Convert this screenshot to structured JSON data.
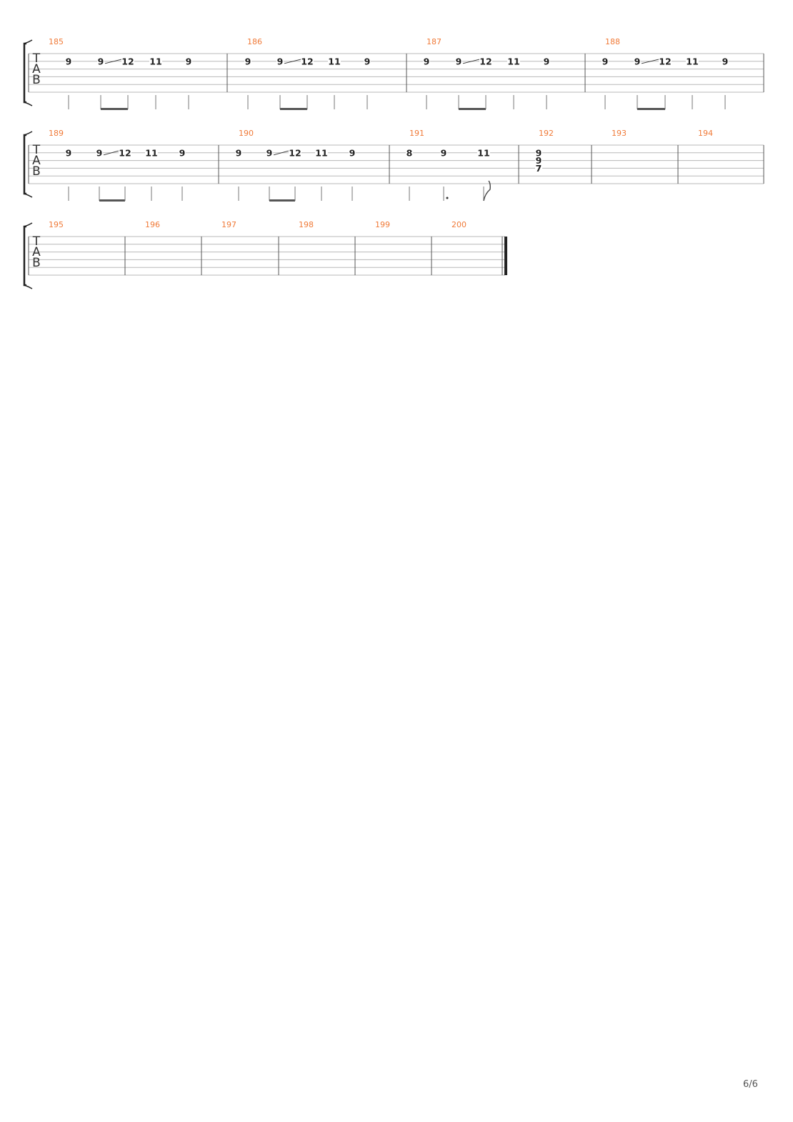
{
  "page": {
    "number": "6/6"
  },
  "colors": {
    "measure_number": "#f07a38",
    "staff_line": "#b8b8b8",
    "barline": "#555555",
    "note": "#222222",
    "stem": "#777777"
  },
  "clef_letters": [
    "T",
    "A",
    "B"
  ],
  "systems": [
    {
      "measures": [
        {
          "number": "185",
          "events": [
            {
              "notes": [
                {
                  "string": 2,
                  "fret": "9"
                }
              ],
              "dur": "quarter"
            },
            {
              "notes": [
                {
                  "string": 2,
                  "fret": "9"
                }
              ],
              "dur": "eighth",
              "slide_to_next": true
            },
            {
              "notes": [
                {
                  "string": 2,
                  "fret": "12"
                }
              ],
              "dur": "eighth"
            },
            {
              "notes": [
                {
                  "string": 2,
                  "fret": "11"
                }
              ],
              "dur": "quarter"
            },
            {
              "notes": [
                {
                  "string": 2,
                  "fret": "9"
                }
              ],
              "dur": "quarter"
            }
          ]
        },
        {
          "number": "186",
          "events": [
            {
              "notes": [
                {
                  "string": 2,
                  "fret": "9"
                }
              ],
              "dur": "quarter"
            },
            {
              "notes": [
                {
                  "string": 2,
                  "fret": "9"
                }
              ],
              "dur": "eighth",
              "slide_to_next": true
            },
            {
              "notes": [
                {
                  "string": 2,
                  "fret": "12"
                }
              ],
              "dur": "eighth"
            },
            {
              "notes": [
                {
                  "string": 2,
                  "fret": "11"
                }
              ],
              "dur": "quarter"
            },
            {
              "notes": [
                {
                  "string": 2,
                  "fret": "9"
                }
              ],
              "dur": "quarter"
            }
          ]
        },
        {
          "number": "187",
          "events": [
            {
              "notes": [
                {
                  "string": 2,
                  "fret": "9"
                }
              ],
              "dur": "quarter"
            },
            {
              "notes": [
                {
                  "string": 2,
                  "fret": "9"
                }
              ],
              "dur": "eighth",
              "slide_to_next": true
            },
            {
              "notes": [
                {
                  "string": 2,
                  "fret": "12"
                }
              ],
              "dur": "eighth"
            },
            {
              "notes": [
                {
                  "string": 2,
                  "fret": "11"
                }
              ],
              "dur": "quarter"
            },
            {
              "notes": [
                {
                  "string": 2,
                  "fret": "9"
                }
              ],
              "dur": "quarter"
            }
          ]
        },
        {
          "number": "188",
          "events": [
            {
              "notes": [
                {
                  "string": 2,
                  "fret": "9"
                }
              ],
              "dur": "quarter"
            },
            {
              "notes": [
                {
                  "string": 2,
                  "fret": "9"
                }
              ],
              "dur": "eighth",
              "slide_to_next": true
            },
            {
              "notes": [
                {
                  "string": 2,
                  "fret": "12"
                }
              ],
              "dur": "eighth"
            },
            {
              "notes": [
                {
                  "string": 2,
                  "fret": "11"
                }
              ],
              "dur": "quarter"
            },
            {
              "notes": [
                {
                  "string": 2,
                  "fret": "9"
                }
              ],
              "dur": "quarter"
            }
          ]
        }
      ]
    },
    {
      "measures": [
        {
          "number": "189",
          "events": [
            {
              "notes": [
                {
                  "string": 2,
                  "fret": "9"
                }
              ],
              "dur": "quarter"
            },
            {
              "notes": [
                {
                  "string": 2,
                  "fret": "9"
                }
              ],
              "dur": "eighth",
              "slide_to_next": true
            },
            {
              "notes": [
                {
                  "string": 2,
                  "fret": "12"
                }
              ],
              "dur": "eighth"
            },
            {
              "notes": [
                {
                  "string": 2,
                  "fret": "11"
                }
              ],
              "dur": "quarter"
            },
            {
              "notes": [
                {
                  "string": 2,
                  "fret": "9"
                }
              ],
              "dur": "quarter"
            }
          ]
        },
        {
          "number": "190",
          "events": [
            {
              "notes": [
                {
                  "string": 2,
                  "fret": "9"
                }
              ],
              "dur": "quarter"
            },
            {
              "notes": [
                {
                  "string": 2,
                  "fret": "9"
                }
              ],
              "dur": "eighth",
              "slide_to_next": true
            },
            {
              "notes": [
                {
                  "string": 2,
                  "fret": "12"
                }
              ],
              "dur": "eighth"
            },
            {
              "notes": [
                {
                  "string": 2,
                  "fret": "11"
                }
              ],
              "dur": "quarter"
            },
            {
              "notes": [
                {
                  "string": 2,
                  "fret": "9"
                }
              ],
              "dur": "quarter"
            }
          ]
        },
        {
          "number": "191",
          "events": [
            {
              "notes": [
                {
                  "string": 2,
                  "fret": "8"
                }
              ],
              "dur": "quarter"
            },
            {
              "notes": [
                {
                  "string": 2,
                  "fret": "9"
                }
              ],
              "dur": "dotted-quarter"
            },
            {
              "notes": [
                {
                  "string": 2,
                  "fret": "11"
                }
              ],
              "dur": "eighth"
            }
          ]
        },
        {
          "number": "192",
          "events": [
            {
              "notes": [
                {
                  "string": 2,
                  "fret": "9"
                },
                {
                  "string": 3,
                  "fret": "9"
                },
                {
                  "string": 4,
                  "fret": "7"
                }
              ],
              "dur": "whole"
            }
          ]
        },
        {
          "number": "193",
          "events": []
        },
        {
          "number": "194",
          "events": []
        }
      ]
    },
    {
      "measures": [
        {
          "number": "195",
          "events": []
        },
        {
          "number": "196",
          "events": []
        },
        {
          "number": "197",
          "events": []
        },
        {
          "number": "198",
          "events": []
        },
        {
          "number": "199",
          "events": []
        },
        {
          "number": "200",
          "events": [],
          "final": true
        }
      ]
    }
  ]
}
